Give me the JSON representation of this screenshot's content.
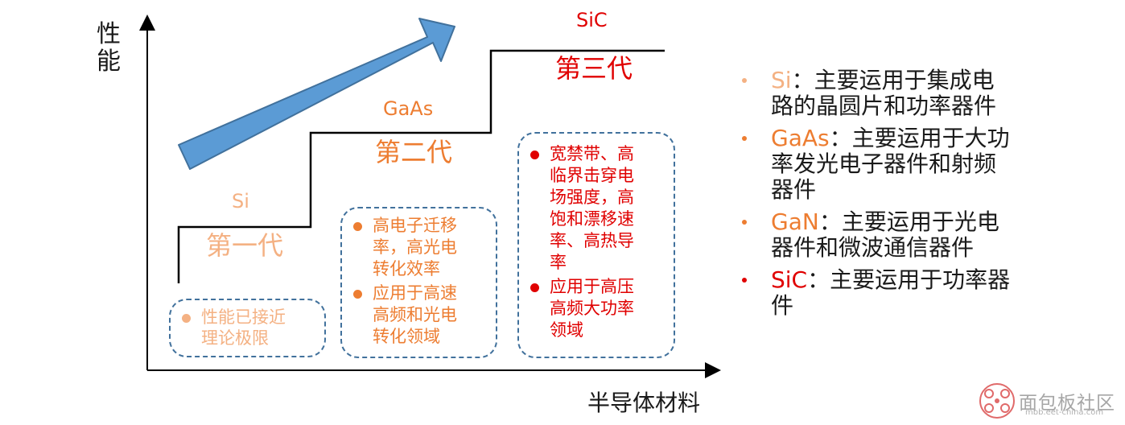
{
  "colors": {
    "axis": "#000000",
    "arrow_fill": "#5b9bd5",
    "arrow_stroke": "#41719c",
    "box_border": "#41719c",
    "gen1": "#f4b183",
    "gen2": "#ed7d31",
    "gen3": "#e00000",
    "text_dark": "#1a1a1a",
    "watermark": "#a6a6a6"
  },
  "axes": {
    "y_label": [
      "性",
      "能"
    ],
    "x_label": "半导体材料"
  },
  "generations": [
    {
      "material": "Si",
      "label": "第一代",
      "bullets": [
        [
          "性能已接近",
          "理论极限"
        ]
      ]
    },
    {
      "material": "GaAs",
      "label": "第二代",
      "bullets": [
        [
          "高电子迁移",
          "率，高光电",
          "转化效率"
        ],
        [
          "应用于高速",
          "高频和光电",
          "转化领域"
        ]
      ]
    },
    {
      "material": "SiC",
      "label": "第三代",
      "bullets": [
        [
          "宽禁带、高",
          "临界击穿电",
          "场强度，高",
          "饱和漂移速",
          "率、高热导",
          "率"
        ],
        [
          "应用于高压",
          "高频大功率",
          "领域"
        ]
      ]
    }
  ],
  "applications": [
    {
      "material": "Si",
      "sep": "：",
      "lines": [
        "主要运用于集成电",
        "路的晶圆片和功率器件"
      ],
      "color": "#f4b183"
    },
    {
      "material": "GaAs",
      "sep": "：",
      "lines": [
        "主要运用于大功",
        "率发光电子器件和射频",
        "器件"
      ],
      "color": "#ed7d31"
    },
    {
      "material": "GaN",
      "sep": "：",
      "lines": [
        "主要运用于光电",
        "器件和微波通信器件"
      ],
      "color": "#ed7d31"
    },
    {
      "material": "SiC",
      "sep": "：",
      "lines": [
        "主要运用于功率器",
        "件"
      ],
      "color": "#e00000"
    }
  ],
  "watermark": {
    "icon": "network-logo-icon",
    "text": "面包板社区",
    "url": "mbb.eet-china.com"
  }
}
